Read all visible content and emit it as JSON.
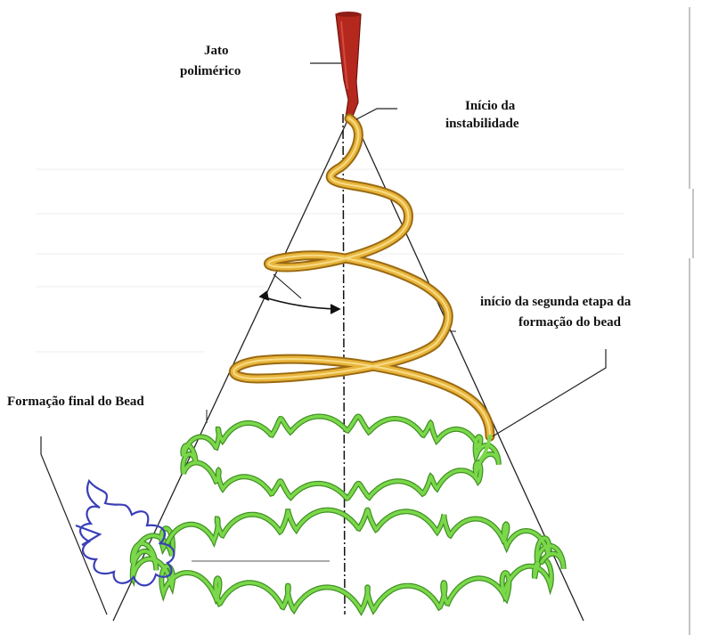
{
  "labels": {
    "jet_line1": "Jato",
    "jet_line2": "polimérico",
    "instability_line1": "Início da",
    "instability_line2": "instabilidade",
    "second_stage_line1": "início da segunda etapa da",
    "second_stage_line2": "formação do bead",
    "final_formation": "Formação final do Bead"
  },
  "colors": {
    "jet": "#b5281e",
    "jet_dark": "#6e130c",
    "spiral": "#e8b43a",
    "spiral_dark": "#9a6a12",
    "bead_green": "#7ad84a",
    "bead_green_dark": "#3f8f22",
    "bead_blue": "#3a3fb8",
    "lines": "#222222",
    "axis": "#111111"
  }
}
